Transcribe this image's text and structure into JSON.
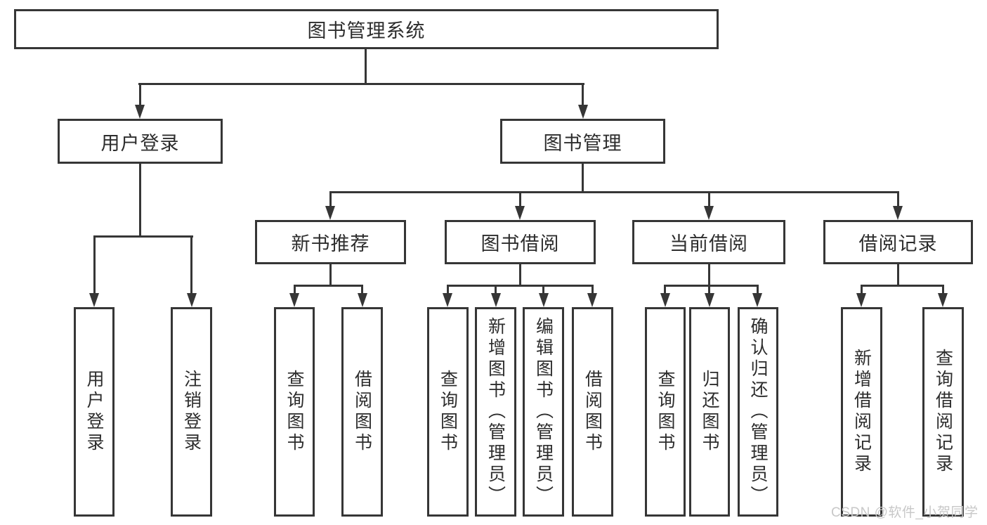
{
  "diagram": {
    "type": "tree",
    "title": "图书管理系统",
    "watermark": "CSDN @软件_小贺同学",
    "colors": {
      "line": "#363636",
      "text": "#2d2d2d",
      "box_background": "#ffffff",
      "watermark": "#c8c8c8",
      "page_background": "#ffffff"
    },
    "nodes": {
      "root": "图书管理系统",
      "user_login": "用户登录",
      "book_mgmt": "图书管理",
      "new_book_rec": "新书推荐",
      "book_borrow": "图书借阅",
      "current_borrow": "当前借阅",
      "borrow_record": "借阅记录",
      "leaf_user_login": "用户登录",
      "leaf_logout": "注销登录",
      "leaf_query_book_1": "查询图书",
      "leaf_borrow_book_1": "借阅图书",
      "leaf_query_book_2": "查询图书",
      "leaf_add_book": "新增图书（管理员）",
      "leaf_edit_book": "编辑图书（管理员）",
      "leaf_borrow_book_2": "借阅图书",
      "leaf_query_book_3": "查询图书",
      "leaf_return_book": "归还图书",
      "leaf_confirm_return": "确认归还（管理员）",
      "leaf_add_record": "新增借阅记录",
      "leaf_query_record": "查询借阅记录"
    },
    "hierarchy": {
      "图书管理系统": {
        "用户登录": [
          "用户登录",
          "注销登录"
        ],
        "图书管理": {
          "新书推荐": [
            "查询图书",
            "借阅图书"
          ],
          "图书借阅": [
            "查询图书",
            "新增图书（管理员）",
            "编辑图书（管理员）",
            "借阅图书"
          ],
          "当前借阅": [
            "查询图书",
            "归还图书",
            "确认归还（管理员）"
          ],
          "借阅记录": [
            "新增借阅记录",
            "查询借阅记录"
          ]
        }
      }
    }
  }
}
